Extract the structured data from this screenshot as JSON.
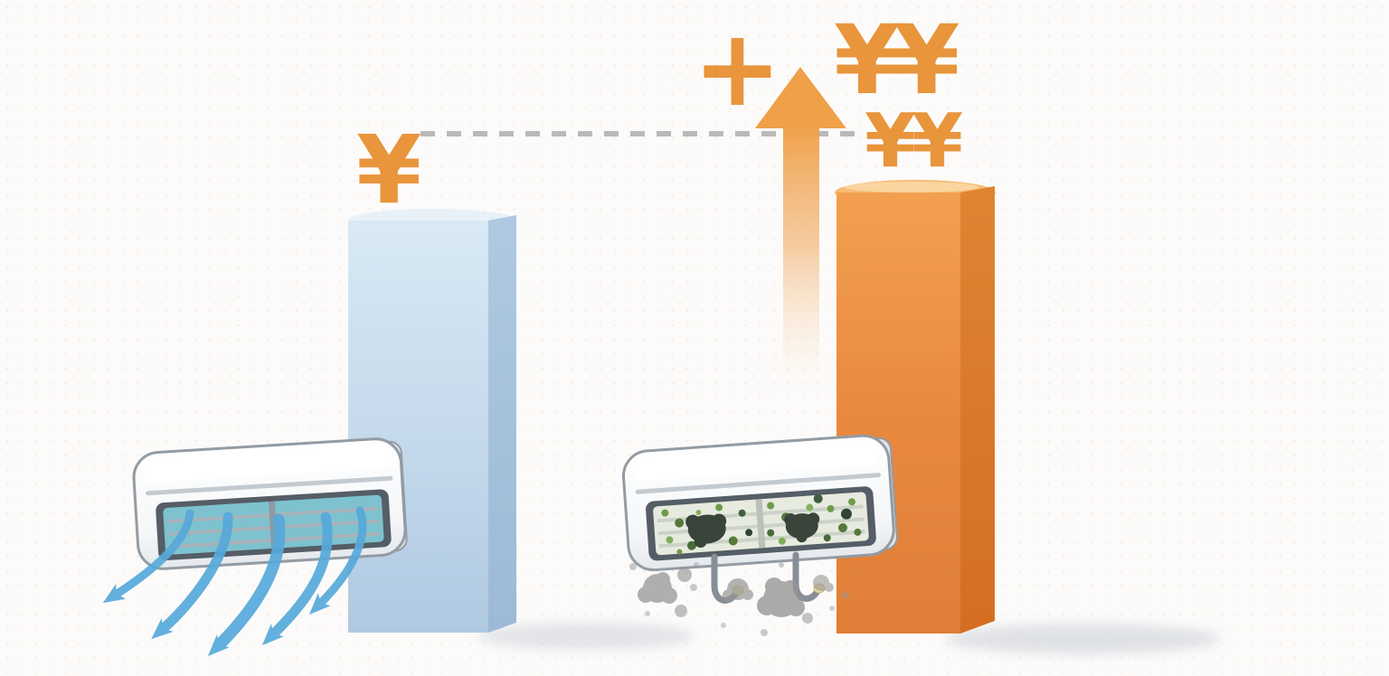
{
  "scene": {
    "baseline_yen": "¥",
    "plus": "+",
    "yen_large": "¥¥",
    "yen_small": "¥¥"
  },
  "left_panel": {
    "unit": "clean-air-conditioner",
    "airflow": "blue-airflow-streams",
    "bar": {
      "tone": "light-blue",
      "relative_height": "baseline"
    }
  },
  "right_panel": {
    "unit": "dirty-air-conditioner-with-mold-and-dust",
    "bar": {
      "tone": "orange",
      "relative_height": "higher"
    },
    "arrow": "upward-increase-arrow"
  },
  "colors": {
    "accent_orange": "#E8953C",
    "bar_blue_front": "#BFD5E9",
    "bar_blue_side": "#9FBCD8",
    "bar_orange_front": "#E8873E",
    "bar_orange_side": "#D8741F",
    "airflow_blue": "#57A9DB",
    "filter_clean_teal": "#7DC2CE",
    "filter_dirty": "#E7EBDF",
    "mold_green": "#5E8A3E",
    "mold_dark": "#39443B",
    "dust_gray": "#969696",
    "baseline_dash": "#B4B2B0",
    "background": "#FCFBFA"
  },
  "icons": [
    "yen-symbol",
    "plus-icon",
    "up-arrow-icon",
    "dashed-baseline",
    "airflow-icon",
    "dust-icon"
  ]
}
